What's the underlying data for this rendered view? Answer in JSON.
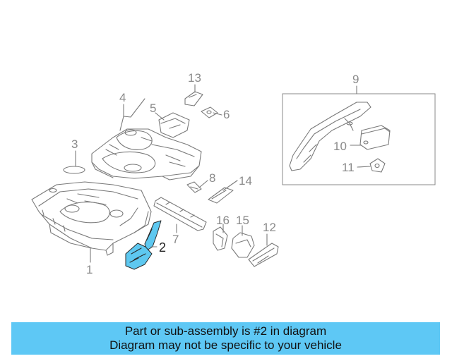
{
  "callouts": {
    "c1": "1",
    "c2": "2",
    "c3": "3",
    "c4": "4",
    "c5": "5",
    "c6": "6",
    "c7": "7",
    "c8": "8",
    "c9": "9",
    "c10": "10",
    "c11": "11",
    "c12": "12",
    "c13": "13",
    "c14": "14",
    "c15": "15",
    "c16": "16"
  },
  "highlight": {
    "part": "2",
    "color": "#5ec8f0"
  },
  "banner": {
    "line1": "Part or sub-assembly is #2 in diagram",
    "line2": "Diagram may not be specific to your vehicle",
    "background": "#5ec8f5"
  }
}
